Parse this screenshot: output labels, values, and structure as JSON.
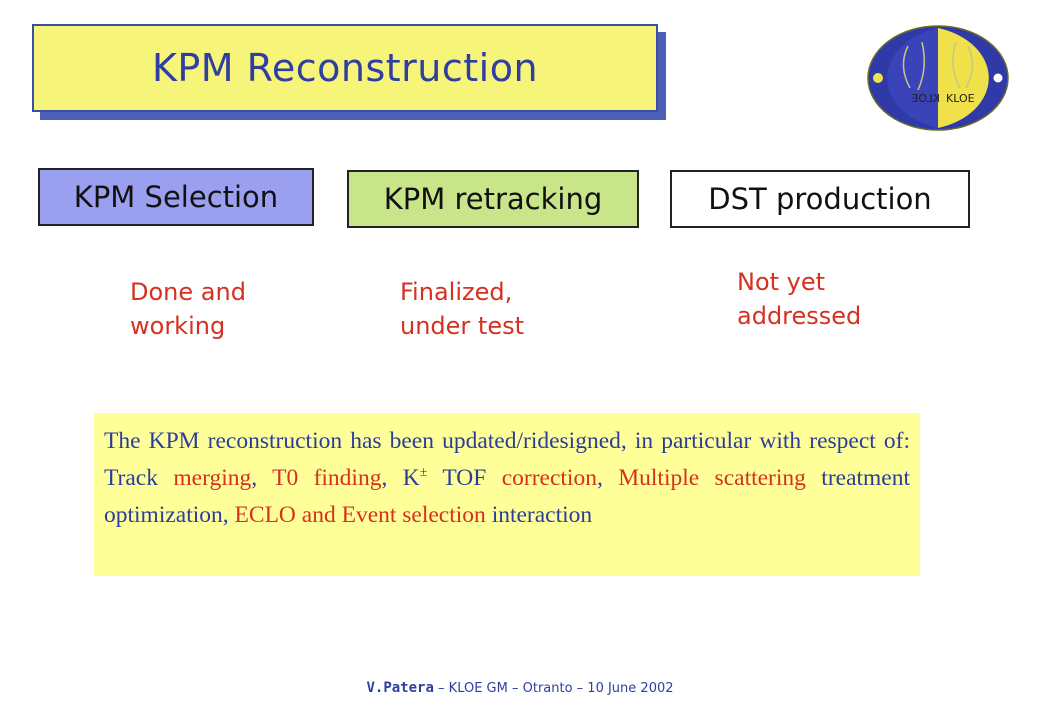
{
  "slide": {
    "title": "KPM Reconstruction"
  },
  "logo": {
    "icon": "kloe-logo-icon",
    "text_left": "KLOE",
    "text_right": "KLOE"
  },
  "stages": [
    {
      "label": "KPM Selection",
      "status": "Done and\nworking",
      "color": "#9b9ff0"
    },
    {
      "label": "KPM retracking",
      "status": "Finalized,\nunder test",
      "color": "#c9e58a"
    },
    {
      "label": "DST production",
      "status": "Not yet\naddressed",
      "color": "#ffffff"
    }
  ],
  "summary": {
    "t1": "The KPM reconstruction has been updated/ridesigned, in particular with respect of: Track ",
    "h1": "merging",
    "t2": ", ",
    "h2": "T0 finding",
    "t3": ", K",
    "sup": "±",
    "t4": " TOF ",
    "h3": "correction",
    "t5": ", ",
    "h4": "Multiple scattering",
    "t6": " treatment optimization, ",
    "h5": "ECLO",
    "t7": " ",
    "h6": "and Event selection",
    "t8": " interaction"
  },
  "footer": {
    "author": "V.Patera",
    "rest": " – KLOE GM – Otranto – 10 June 2002"
  },
  "colors": {
    "title_fill": "#f6f57a",
    "title_text": "#2f3ea0",
    "status_text": "#d63020",
    "summary_fill": "#ffff99"
  }
}
